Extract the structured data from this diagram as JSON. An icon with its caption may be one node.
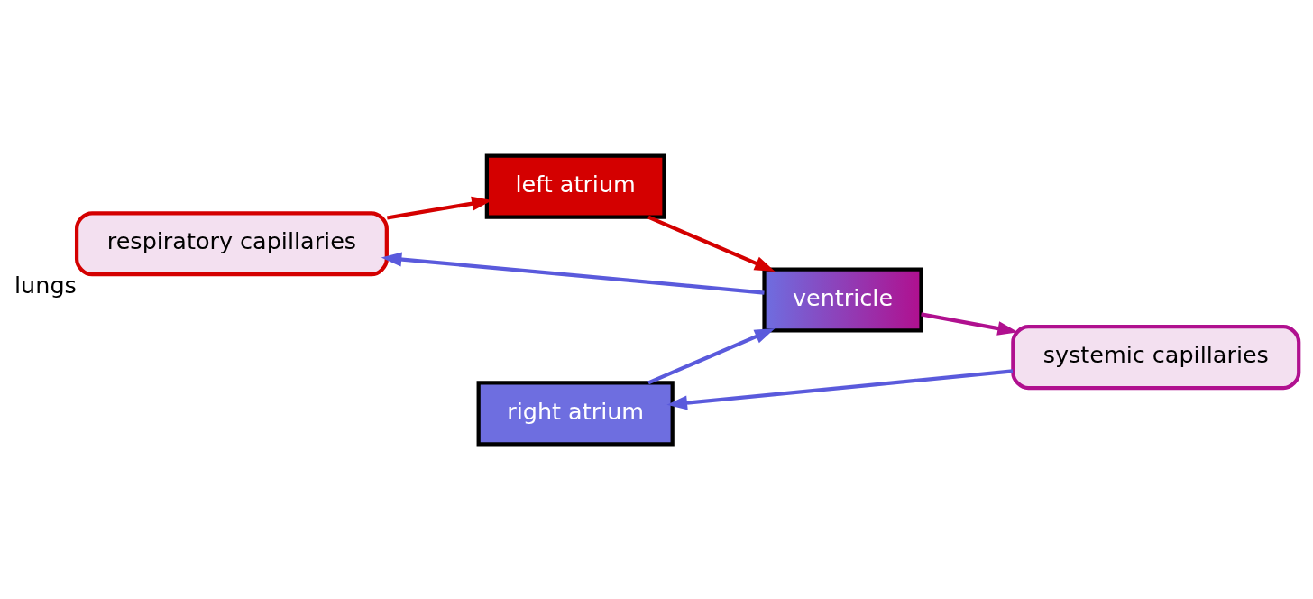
{
  "diagram": {
    "nodes": [
      {
        "text": [
          "respiratory capillaries"
        ],
        "beside": [
          "lungs"
        ]
      },
      {
        "text": [
          "systemic capillaries"
        ]
      },
      {
        "text": [
          "right atrium"
        ]
      },
      {
        "text": [
          "left atrium"
        ]
      },
      {
        "text": [
          "ventricle"
        ]
      }
    ],
    "edges": [
      {
        "from": 4,
        "to": 0,
        "arrow": "to",
        "color": "#5a5adc"
      },
      {
        "from": 0,
        "to": 3,
        "arrow": "to",
        "color": "#d40000"
      },
      {
        "from": 3,
        "to": 4,
        "arrow": "to",
        "color": "#d40000"
      },
      {
        "from": 1,
        "to": 2,
        "arrow": "to",
        "color": "#5a5adc"
      },
      {
        "from": 2,
        "to": 4,
        "arrow": "to",
        "color": "#5a5adc"
      },
      {
        "from": 4,
        "to": 1,
        "arrow": "to",
        "color": "#b0108f"
      }
    ]
  }
}
